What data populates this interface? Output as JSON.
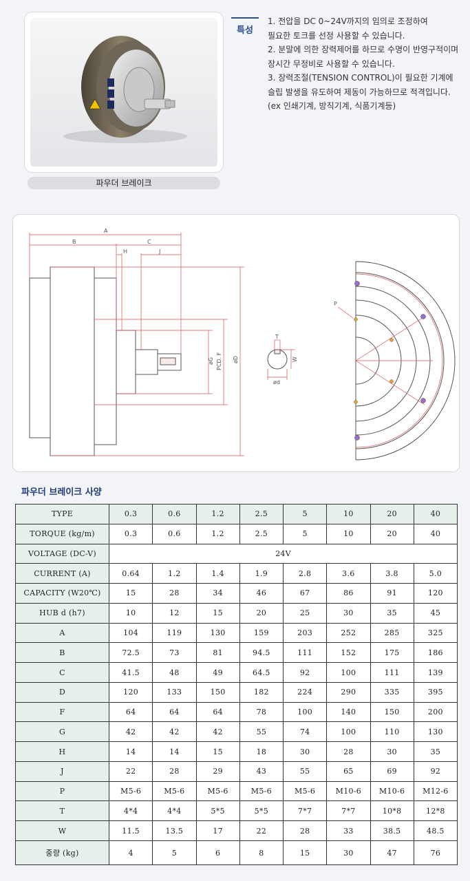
{
  "product": {
    "caption": "파우더 브레이크",
    "features_tab": "특성",
    "features": [
      [
        "1. 전압을 DC 0~24V까지의 임의로 조정하여",
        "필요한 토크를 선정 사용할 수 있습니다."
      ],
      [
        "2. 분말에 의한 장력제어를 하므로 수명이 반영구적이며",
        "장시간 무정비로 사용할 수 있습니다."
      ],
      [
        "3. 장력조절(TENSION CONTROL)이 필요한 기계에",
        "슬립 발생을 유도하여 제동이 가능하므로 적격입니다.",
        "(ex 인쇄기계, 방직기계, 식품기계등)"
      ]
    ]
  },
  "drawing": {
    "labels": {
      "A": "A",
      "B": "B",
      "C": "C",
      "H": "H",
      "J": "J",
      "G": "øG",
      "F": "PCD. F",
      "D": "øD",
      "T": "T",
      "W": "W",
      "d": "ød",
      "P": "P"
    }
  },
  "spec": {
    "title": "파우더 브레이크 사양",
    "header": {
      "label": "TYPE",
      "values": [
        "0.3",
        "0.6",
        "1.2",
        "2.5",
        "5",
        "10",
        "20",
        "40"
      ]
    },
    "rows": [
      {
        "label": "TORQUE (kg/m)",
        "values": [
          "0.3",
          "0.6",
          "1.2",
          "2.5",
          "5",
          "10",
          "20",
          "40"
        ]
      },
      {
        "label": "VOLTAGE (DC-V)",
        "span": "24V"
      },
      {
        "label": "CURRENT (A)",
        "values": [
          "0.64",
          "1.2",
          "1.4",
          "1.9",
          "2.8",
          "3.6",
          "3.8",
          "5.0"
        ]
      },
      {
        "label": "CAPACITY (W20℃)",
        "values": [
          "15",
          "28",
          "34",
          "46",
          "67",
          "86",
          "91",
          "120"
        ]
      },
      {
        "label": "HUB d (h7)",
        "values": [
          "10",
          "12",
          "15",
          "20",
          "25",
          "30",
          "35",
          "45"
        ]
      },
      {
        "label": "A",
        "values": [
          "104",
          "119",
          "130",
          "159",
          "203",
          "252",
          "285",
          "325"
        ]
      },
      {
        "label": "B",
        "values": [
          "72.5",
          "73",
          "81",
          "94.5",
          "111",
          "152",
          "175",
          "186"
        ]
      },
      {
        "label": "C",
        "values": [
          "41.5",
          "48",
          "49",
          "64.5",
          "92",
          "100",
          "111",
          "139"
        ]
      },
      {
        "label": "D",
        "values": [
          "120",
          "133",
          "150",
          "182",
          "224",
          "290",
          "335",
          "395"
        ]
      },
      {
        "label": "F",
        "values": [
          "64",
          "64",
          "64",
          "78",
          "100",
          "140",
          "150",
          "200"
        ]
      },
      {
        "label": "G",
        "values": [
          "42",
          "42",
          "42",
          "55",
          "74",
          "100",
          "110",
          "130"
        ]
      },
      {
        "label": "H",
        "values": [
          "14",
          "14",
          "15",
          "18",
          "30",
          "28",
          "30",
          "35"
        ]
      },
      {
        "label": "J",
        "values": [
          "22",
          "28",
          "29",
          "43",
          "55",
          "65",
          "69",
          "92"
        ]
      },
      {
        "label": "P",
        "values": [
          "M5-6",
          "M5-6",
          "M5-6",
          "M5-6",
          "M5-6",
          "M10-6",
          "M10-6",
          "M12-6"
        ]
      },
      {
        "label": "T",
        "values": [
          "4*4",
          "4*4",
          "5*5",
          "5*5",
          "7*7",
          "7*7",
          "10*8",
          "12*8"
        ]
      },
      {
        "label": "W",
        "values": [
          "11.5",
          "13.5",
          "17",
          "22",
          "28",
          "33",
          "38.5",
          "48.5"
        ]
      },
      {
        "label": "중량 (kg)",
        "values": [
          "4",
          "5",
          "6",
          "8",
          "15",
          "30",
          "47",
          "76"
        ]
      }
    ]
  },
  "colors": {
    "accent": "#2b4e8c",
    "table_label_bg": "#e5f1ea",
    "drawing_red": "#d9534f"
  }
}
